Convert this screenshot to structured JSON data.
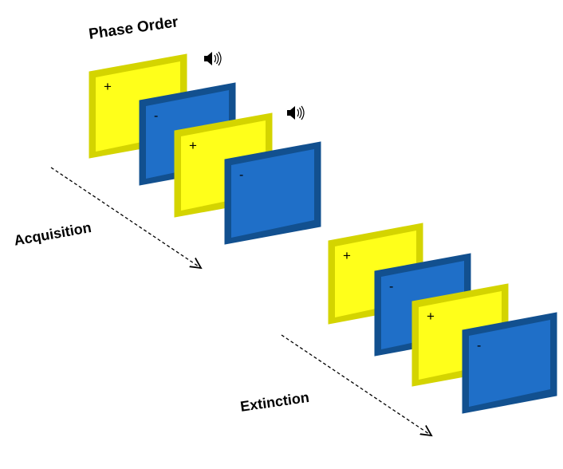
{
  "title": "Phase Order",
  "phases": [
    {
      "label": "Acquisition",
      "cards": [
        "+",
        "-",
        "+",
        "-"
      ],
      "sound_icons_on_plus": true
    },
    {
      "label": "Extinction",
      "cards": [
        "+",
        "-",
        "+",
        "-"
      ],
      "sound_icons_on_plus": false
    }
  ],
  "icons": [
    "speaker-icon"
  ],
  "colors": {
    "plus_card": "#FFFF1A",
    "plus_card_edge": "#D4D400",
    "minus_card": "#1F6FC8",
    "minus_card_edge": "#12508F",
    "arrow": "#000000",
    "text": "#000000"
  }
}
